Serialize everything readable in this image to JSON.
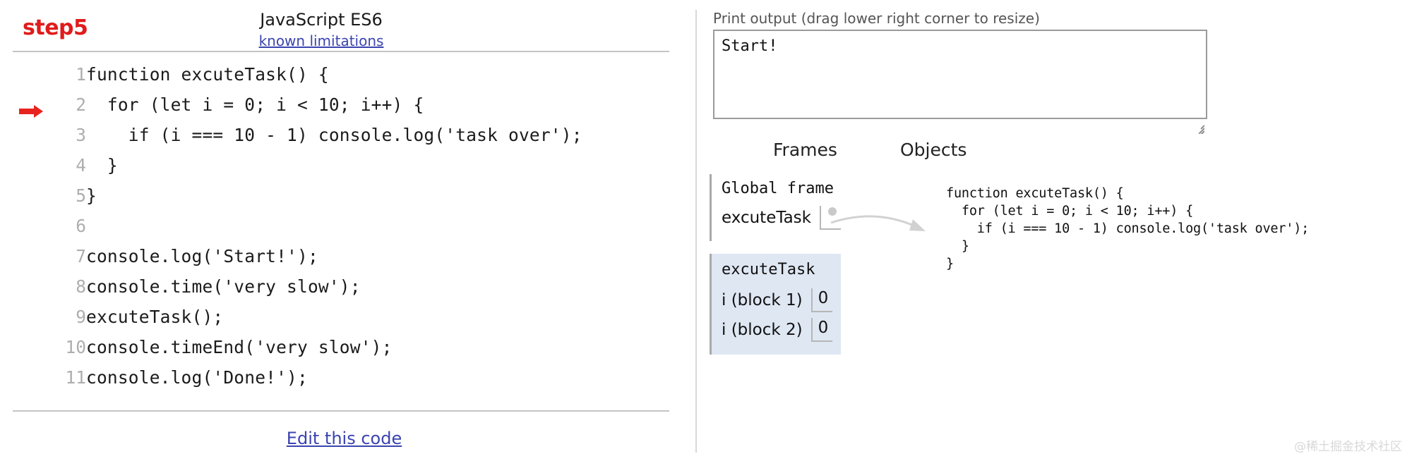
{
  "step_label": "step5",
  "language": {
    "title": "JavaScript ES6",
    "limitations_link": "known limitations"
  },
  "code": {
    "lines": [
      {
        "number": "1",
        "text": "function excuteTask() {",
        "current": false
      },
      {
        "number": "2",
        "text": "  for (let i = 0; i < 10; i++) {",
        "current": true
      },
      {
        "number": "3",
        "text": "    if (i === 10 - 1) console.log('task over');",
        "current": false
      },
      {
        "number": "4",
        "text": "  }",
        "current": false
      },
      {
        "number": "5",
        "text": "}",
        "current": false
      },
      {
        "number": "6",
        "text": "",
        "current": false
      },
      {
        "number": "7",
        "text": "console.log('Start!');",
        "current": false
      },
      {
        "number": "8",
        "text": "console.time('very slow');",
        "current": false
      },
      {
        "number": "9",
        "text": "excuteTask();",
        "current": false
      },
      {
        "number": "10",
        "text": "console.timeEnd('very slow');",
        "current": false
      },
      {
        "number": "11",
        "text": "console.log('Done!');",
        "current": false
      }
    ],
    "edit_link": "Edit this code"
  },
  "output": {
    "label": "Print output (drag lower right corner to resize)",
    "text": "Start!"
  },
  "headers": {
    "frames": "Frames",
    "objects": "Objects"
  },
  "frames": [
    {
      "title": "Global frame",
      "highlighted": false,
      "variables": [
        {
          "name": "excuteTask",
          "value": "",
          "is_pointer": true
        }
      ]
    },
    {
      "title": "excuteTask",
      "highlighted": true,
      "variables": [
        {
          "name": "i (block 1)",
          "value": "0",
          "is_pointer": false
        },
        {
          "name": "i (block 2)",
          "value": "0",
          "is_pointer": false
        }
      ]
    }
  ],
  "objects": [
    {
      "code": "function excuteTask() {\n  for (let i = 0; i < 10; i++) {\n    if (i === 10 - 1) console.log('task over');\n  }\n}"
    }
  ],
  "watermark": "@稀土掘金技术社区",
  "colors": {
    "step_red": "#e01b1b",
    "arrow_red": "#e8231f",
    "link_blue": "#3b44b0",
    "frame_highlight": "#dfe7f3"
  }
}
